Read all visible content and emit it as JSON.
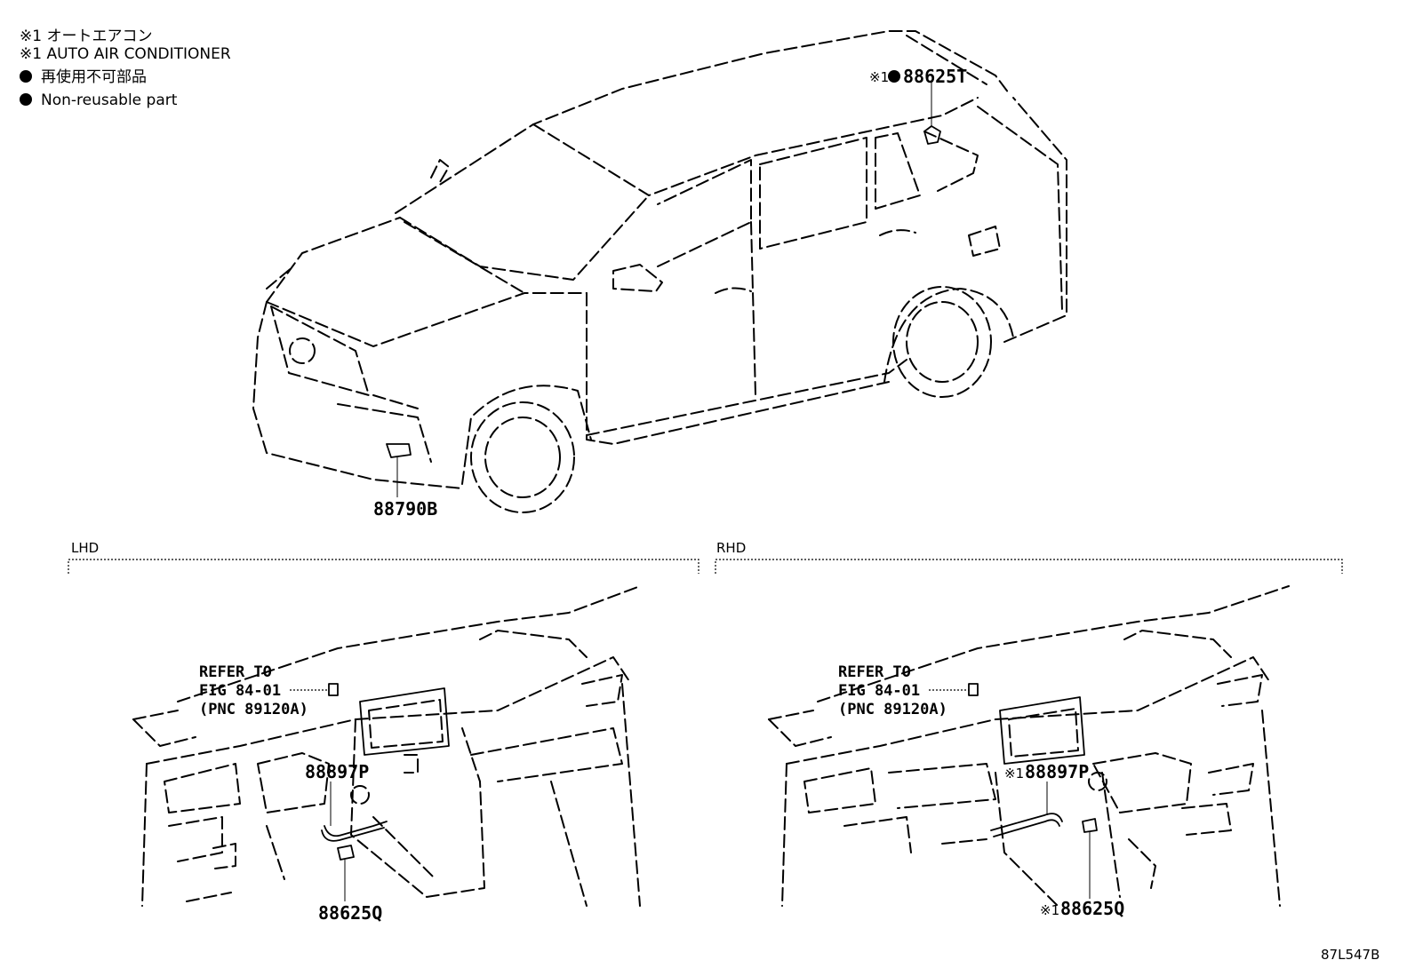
{
  "legend": {
    "note_jp": "※1 オートエアコン",
    "note_en": "※1 AUTO AIR CONDITIONER",
    "nonreusable_jp": "再使用不可部品",
    "nonreusable_en": "Non-reusable part"
  },
  "vehicle": {
    "part_roof_prefix": "※1",
    "part_roof": "88625T",
    "part_front": "88790B"
  },
  "sections": {
    "lhd": {
      "title": "LHD",
      "refer_line1": "REFER TO",
      "refer_line2": "FIG 84-01",
      "refer_line3": "(PNC 89120A)",
      "part_hose": "88897P",
      "part_sensor": "88625Q"
    },
    "rhd": {
      "title": "RHD",
      "refer_line1": "REFER TO",
      "refer_line2": "FIG 84-01",
      "refer_line3": "(PNC 89120A)",
      "part_hose_prefix": "※1",
      "part_hose": "88897P",
      "part_sensor_prefix": "※1",
      "part_sensor": "88625Q"
    }
  },
  "figure_code": "87L547B"
}
